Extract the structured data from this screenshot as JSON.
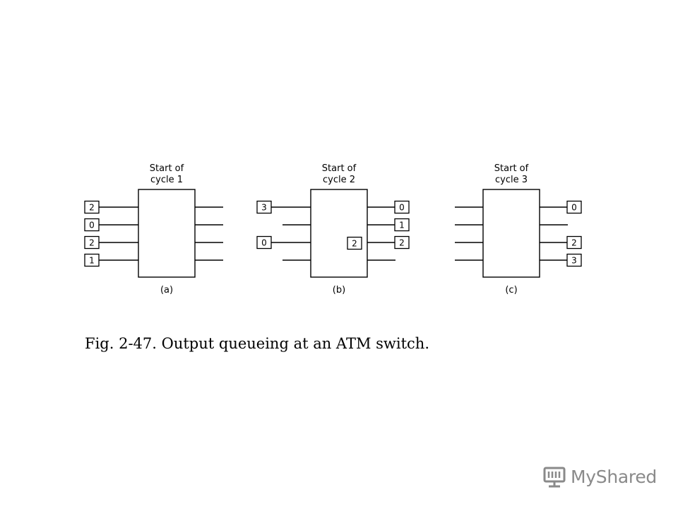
{
  "figure": {
    "caption": "Fig. 2-47. Output queueing at an ATM switch.",
    "panels": [
      {
        "id": "a",
        "title_line1": "Start of",
        "title_line2": "cycle 1",
        "label": "(a)",
        "input_cells": [
          "2",
          "0",
          "2",
          "1"
        ],
        "output_cells": [
          null,
          null,
          null,
          null
        ],
        "queued_cell": null
      },
      {
        "id": "b",
        "title_line1": "Start of",
        "title_line2": "cycle 2",
        "label": "(b)",
        "input_cells": [
          "3",
          null,
          "0",
          null
        ],
        "output_cells": [
          "0",
          "1",
          "2",
          null
        ],
        "queued_cell": {
          "value": "2",
          "line": 2
        }
      },
      {
        "id": "c",
        "title_line1": "Start of",
        "title_line2": "cycle 3",
        "label": "(c)",
        "input_cells": [
          null,
          null,
          null,
          null
        ],
        "output_cells": [
          "0",
          null,
          "2",
          "3"
        ],
        "queued_cell": null
      }
    ]
  },
  "watermark": {
    "text": "MyShared",
    "icon": "presentation-board-icon",
    "color": "#8a8a8a"
  }
}
